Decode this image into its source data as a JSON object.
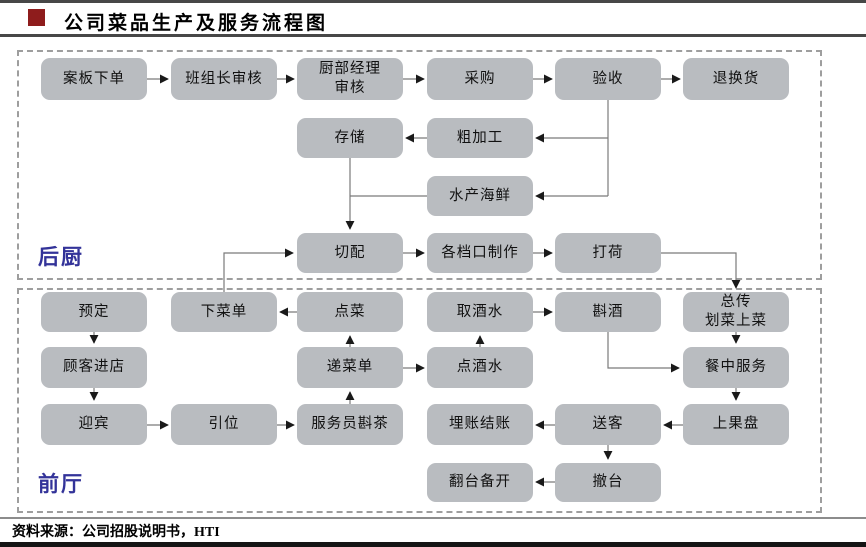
{
  "header": {
    "title": "公司菜品生产及服务流程图"
  },
  "zones": {
    "back_kitchen_label": "后厨",
    "front_hall_label": "前厅"
  },
  "nodes": {
    "anban": "案板下单",
    "banzu": "班组长审核",
    "chubu": "厨部经理\n审核",
    "caigou": "采购",
    "yanshou": "验收",
    "tuihuan": "退换货",
    "cunchu": "存储",
    "cujiagong": "粗加工",
    "shuichan": "水产海鲜",
    "qiepei": "切配",
    "gedangkou": "各档口制作",
    "dahe": "打荷",
    "yuding": "预定",
    "xiacaidan": "下菜单",
    "diancai": "点菜",
    "qujiushui": "取酒水",
    "zhenjiu": "斟酒",
    "zongchuan": "总传\n划菜上菜",
    "gukejindian": "顾客进店",
    "dicaidan": "递菜单",
    "dianjiushui": "点酒水",
    "canzhongfuwu": "餐中服务",
    "yingbin": "迎宾",
    "yinwei": "引位",
    "fuwuyuan": "服务员斟茶",
    "maizhang": "埋账结账",
    "songke": "送客",
    "shangguopan": "上果盘",
    "fantai": "翻台备开",
    "chetai": "撤台"
  },
  "footer": {
    "source": "资料来源：公司招股说明书，HTI"
  },
  "colors": {
    "box": "#b9bcc0",
    "navy": "#333399",
    "line": "#7a7a7a",
    "red": "#8e1c1c"
  }
}
